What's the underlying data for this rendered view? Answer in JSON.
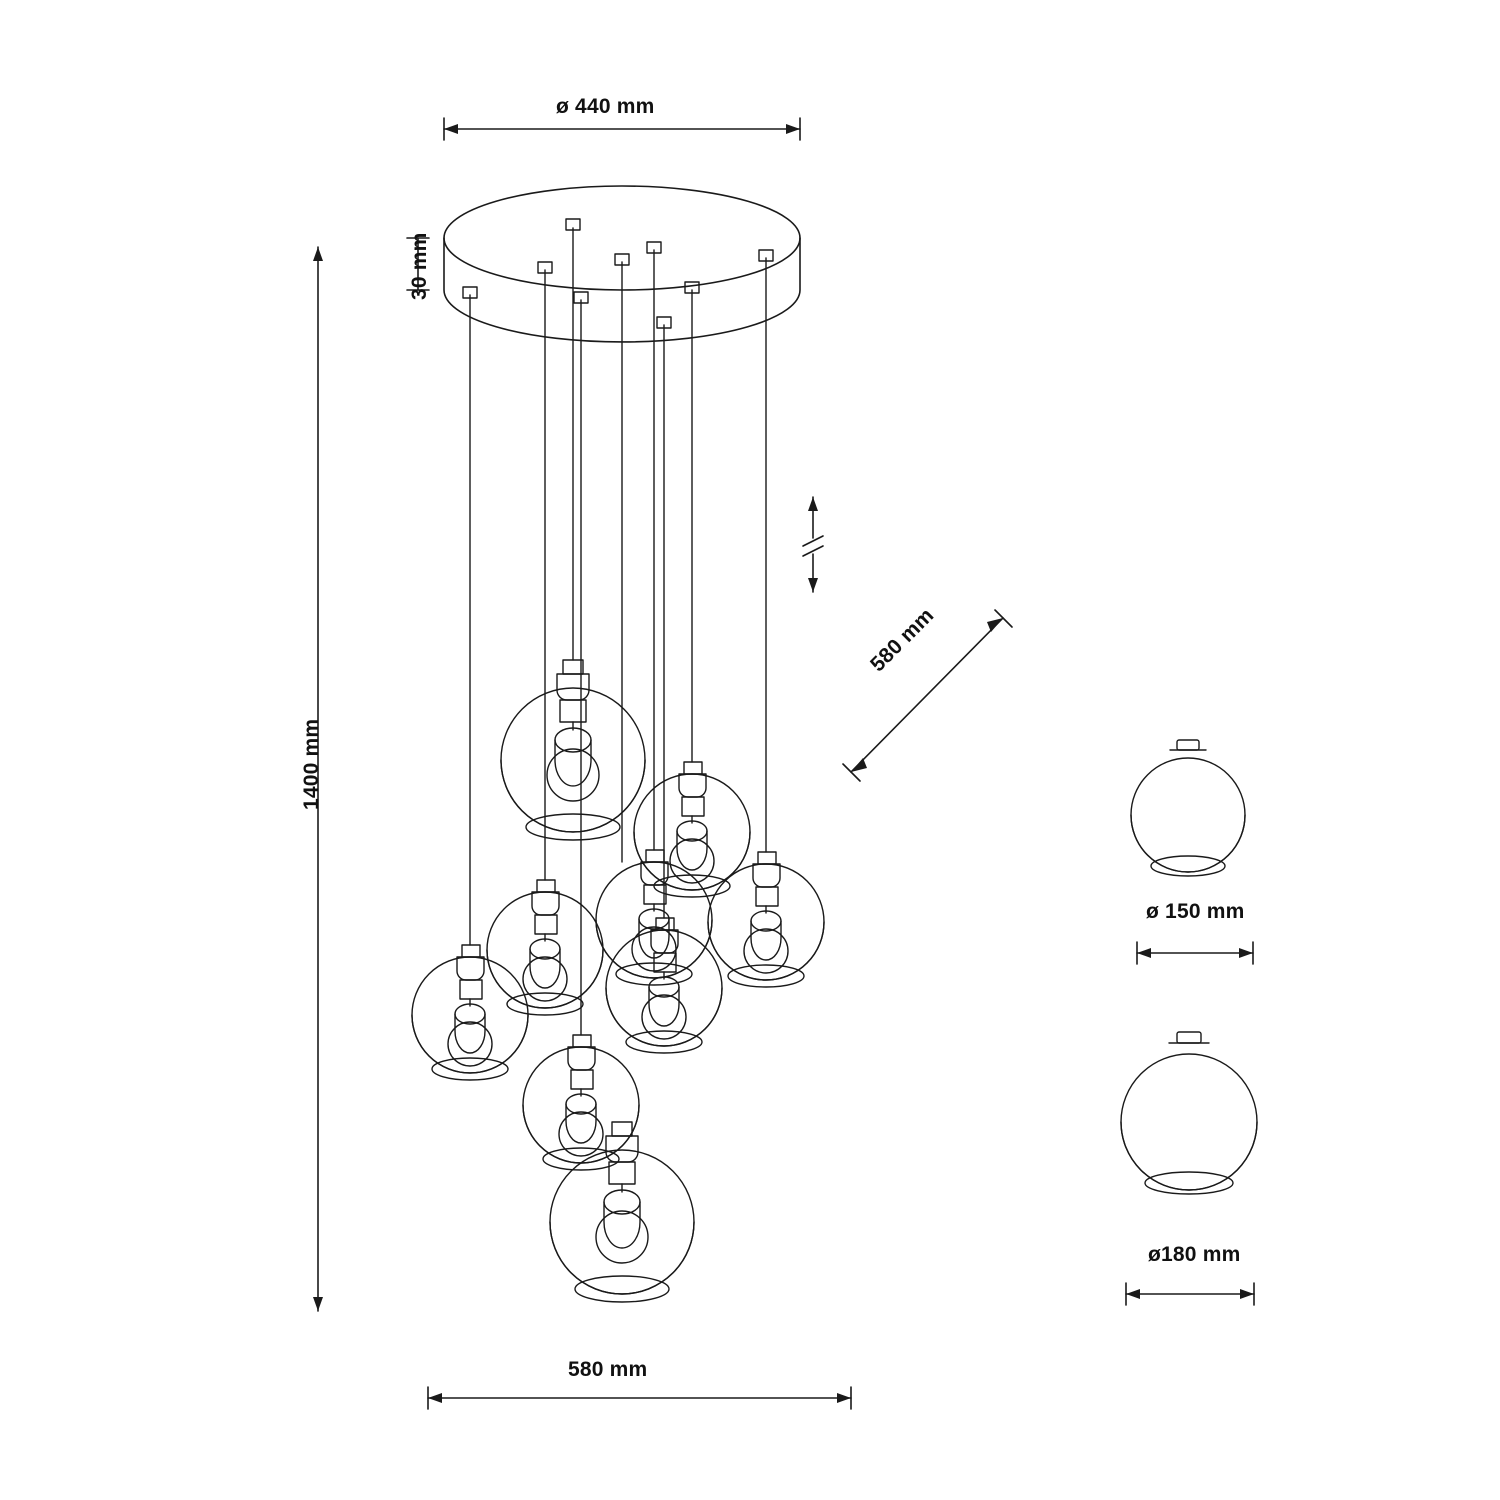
{
  "diagram": {
    "title": "Pendant lamp technical drawing",
    "line_color": "#1a1a1a",
    "background": "#ffffff",
    "dimensions": {
      "canopy_diameter": "ø 440 mm",
      "canopy_height": "30 mm",
      "total_height": "1400 mm",
      "diagonal_spread": "580 mm",
      "overall_width": "580 mm",
      "shade_small_diameter": "ø 150 mm",
      "shade_large_diameter": "ø180 mm"
    },
    "parts": {
      "canopy": "round-canopy",
      "cables": "suspension-cables",
      "shades": "glass-globe-shades",
      "bulbs": "filament-bulbs",
      "shade_detail_small": "shade-detail-150",
      "shade_detail_large": "shade-detail-180"
    },
    "counts": {
      "shades": 9
    }
  }
}
